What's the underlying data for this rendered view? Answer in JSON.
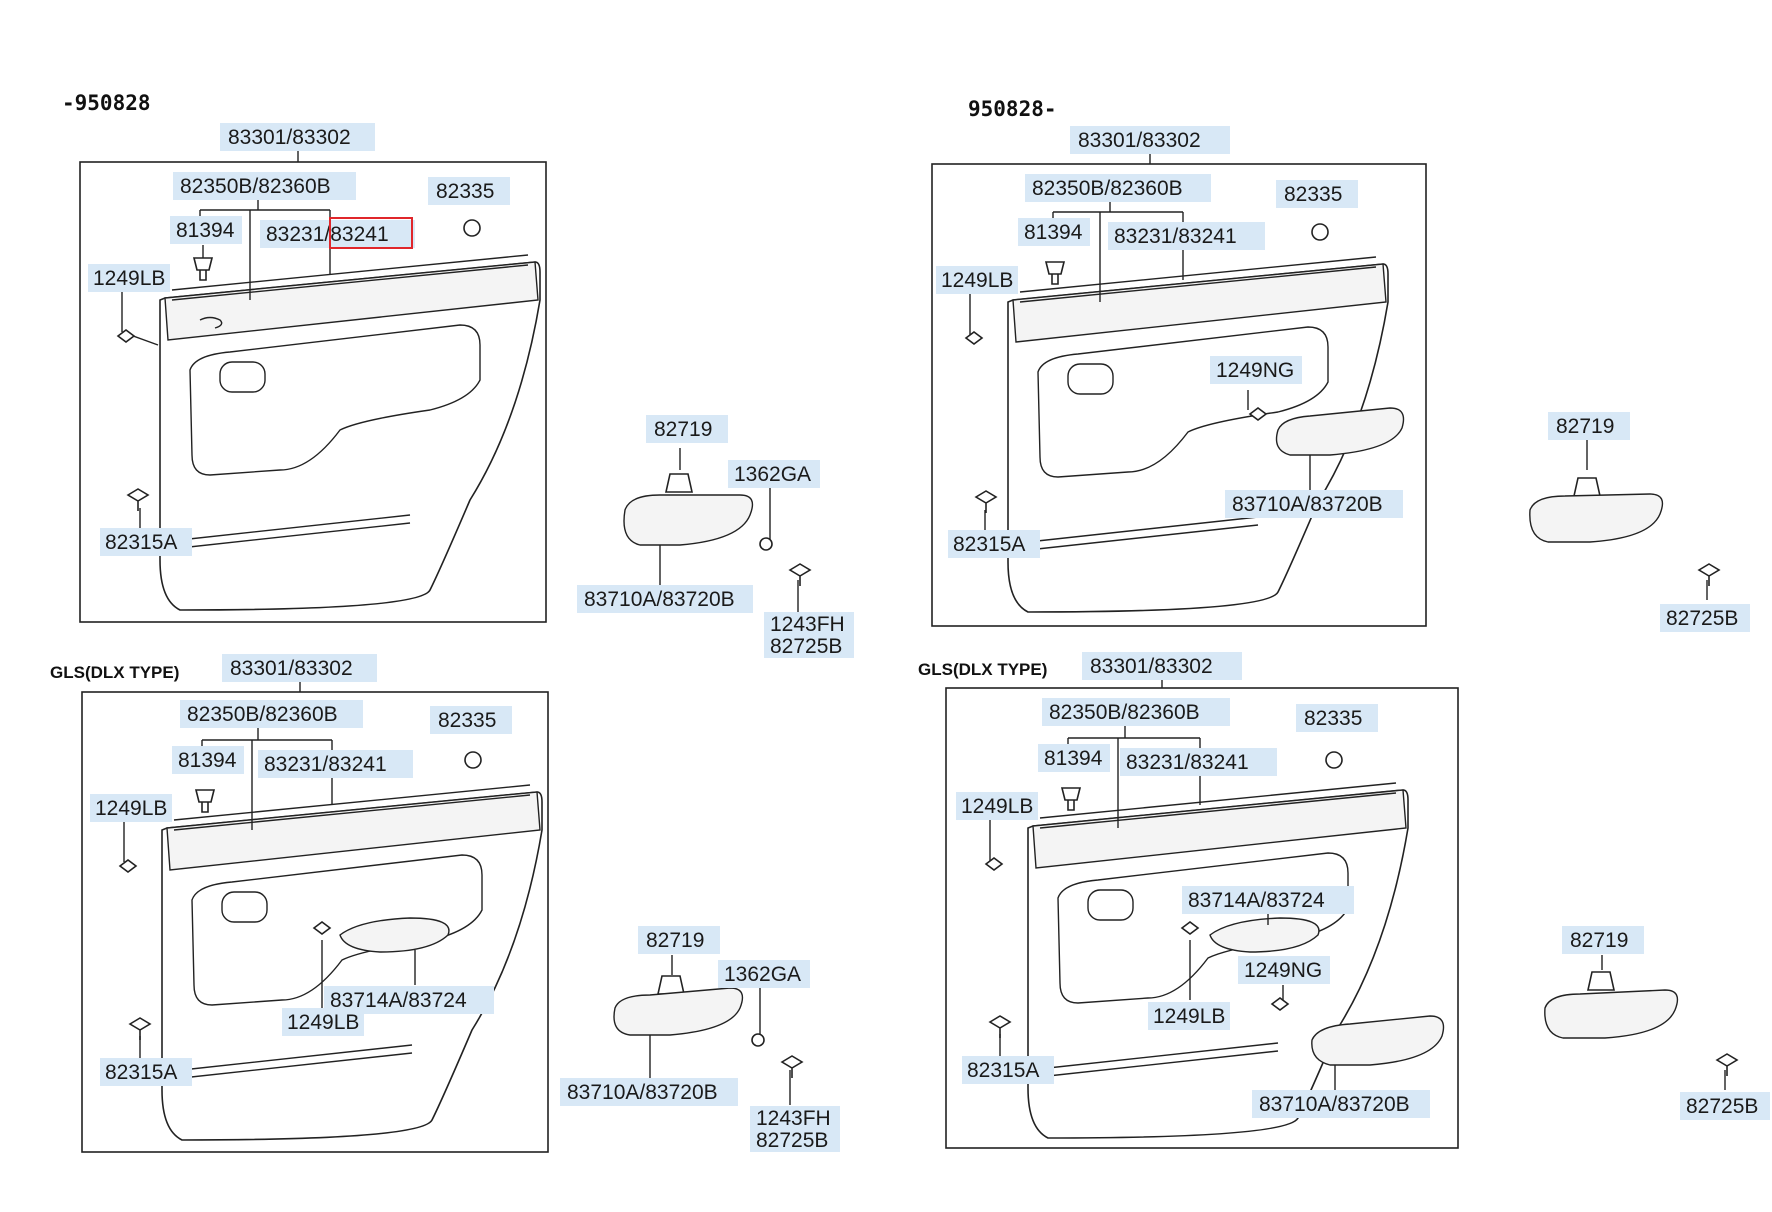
{
  "diagrams": [
    {
      "header": "-950828",
      "labels": {
        "assembly": "83301/83302",
        "weatherstrip": "82350B/82360B",
        "clip_top": "82335",
        "fastener": "81394",
        "trim_strip": "83231/83241",
        "screw_left": "1249LB",
        "clip_bottom": "82315A",
        "handle_cap": "82719",
        "nut": "1362GA",
        "armrest": "83710A/83720B",
        "screw_right_1": "1243FH",
        "screw_right_2": "82725B"
      },
      "highlighted_part": "83241"
    },
    {
      "header": "950828-",
      "labels": {
        "assembly": "83301/83302",
        "weatherstrip": "82350B/82360B",
        "clip_top": "82335",
        "fastener": "81394",
        "trim_strip": "83231/83241",
        "screw_left": "1249LB",
        "screw_mid": "1249NG",
        "clip_bottom": "82315A",
        "armrest": "83710A/83720B",
        "handle_cap": "82719",
        "screw_right": "82725B"
      }
    },
    {
      "header": "GLS(DLX TYPE)",
      "labels": {
        "assembly": "83301/83302",
        "weatherstrip": "82350B/82360B",
        "clip_top": "82335",
        "fastener": "81394",
        "trim_strip": "83231/83241",
        "screw_left": "1249LB",
        "grip": "83714A/83724",
        "screw_inner": "1249LB",
        "clip_bottom": "82315A",
        "handle_cap": "82719",
        "nut": "1362GA",
        "armrest": "83710A/83720B",
        "screw_right_1": "1243FH",
        "screw_right_2": "82725B"
      }
    },
    {
      "header": "GLS(DLX TYPE)",
      "labels": {
        "assembly": "83301/83302",
        "weatherstrip": "82350B/82360B",
        "clip_top": "82335",
        "fastener": "81394",
        "trim_strip": "83231/83241",
        "screw_left": "1249LB",
        "grip": "83714A/83724",
        "screw_mid": "1249NG",
        "screw_inner": "1249LB",
        "clip_bottom": "82315A",
        "armrest": "83710A/83720B",
        "handle_cap": "82719",
        "screw_right": "82725B"
      }
    }
  ]
}
